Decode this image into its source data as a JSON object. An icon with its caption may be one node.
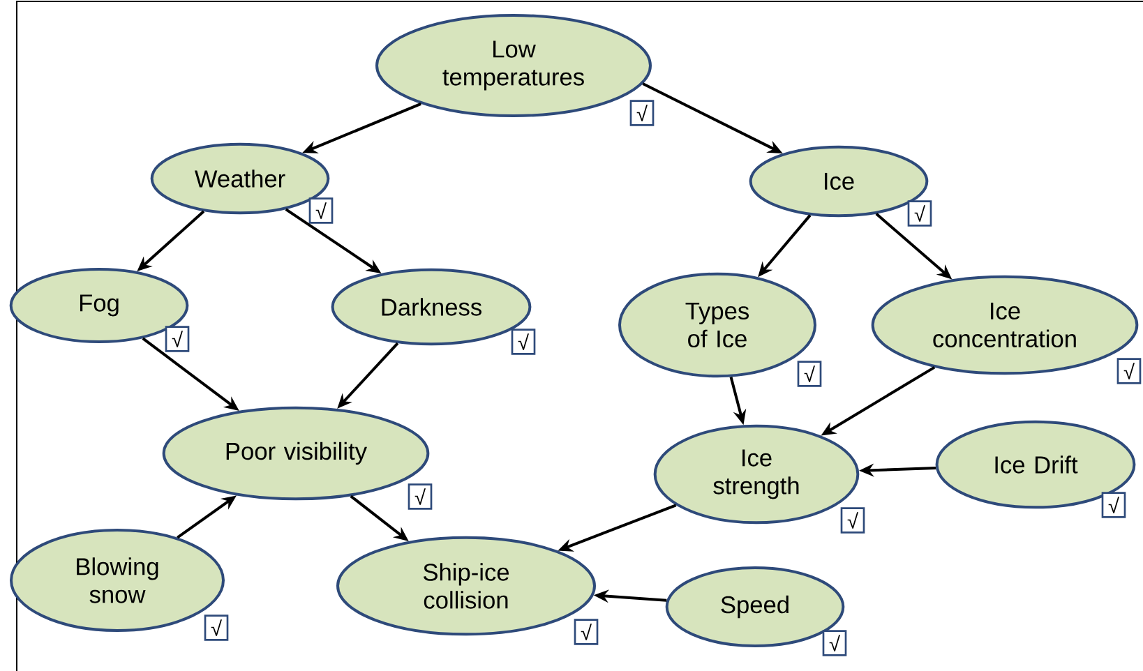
{
  "diagram": {
    "nodes": [
      {
        "text": [
          "Low temperatures"
        ],
        "beside": [
          "√"
        ]
      },
      {
        "text": [
          "Weather"
        ],
        "beside": [
          "√"
        ]
      },
      {
        "text": [
          "Ice"
        ],
        "beside": [
          "√"
        ]
      },
      {
        "text": [
          "Fog"
        ],
        "beside": [
          "√"
        ]
      },
      {
        "text": [
          "Darkness"
        ],
        "beside": [
          "√"
        ]
      },
      {
        "text": [
          "Types of Ice"
        ],
        "beside": [
          "√"
        ]
      },
      {
        "text": [
          "Ice concentration"
        ],
        "beside": [
          "√"
        ]
      },
      {
        "text": [
          "Poor visibility"
        ],
        "beside": [
          "√"
        ]
      },
      {
        "text": [
          "Ice strength"
        ],
        "beside": [
          "√"
        ]
      },
      {
        "text": [
          "Ice Drift"
        ],
        "beside": [
          "√"
        ]
      },
      {
        "text": [
          "Blowing snow"
        ],
        "beside": [
          "√"
        ]
      },
      {
        "text": [
          "Ship-ice collision"
        ],
        "beside": [
          "√"
        ]
      },
      {
        "text": [
          "Speed"
        ],
        "beside": [
          "√"
        ]
      }
    ],
    "edges": [
      {
        "from": 0,
        "to": 1,
        "arrow": "to"
      },
      {
        "from": 0,
        "to": 2,
        "arrow": "to"
      },
      {
        "from": 1,
        "to": 3,
        "arrow": "to"
      },
      {
        "from": 1,
        "to": 4,
        "arrow": "to"
      },
      {
        "from": 2,
        "to": 5,
        "arrow": "to"
      },
      {
        "from": 2,
        "to": 6,
        "arrow": "to"
      },
      {
        "from": 3,
        "to": 7,
        "arrow": "to"
      },
      {
        "from": 4,
        "to": 7,
        "arrow": "to"
      },
      {
        "from": 10,
        "to": 7,
        "arrow": "to"
      },
      {
        "from": 7,
        "to": 11,
        "arrow": "to"
      },
      {
        "from": 5,
        "to": 8,
        "arrow": "to"
      },
      {
        "from": 6,
        "to": 8,
        "arrow": "to"
      },
      {
        "from": 9,
        "to": 8,
        "arrow": "to"
      },
      {
        "from": 8,
        "to": 11,
        "arrow": "to"
      },
      {
        "from": 12,
        "to": 11,
        "arrow": "to"
      }
    ]
  }
}
